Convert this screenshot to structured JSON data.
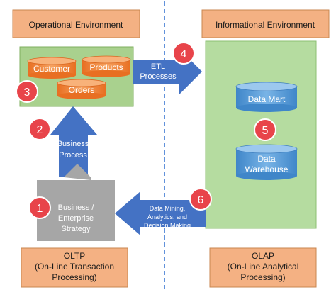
{
  "headers": {
    "operational": "Operational Environment",
    "informational": "Informational Environment"
  },
  "databases": {
    "customer": "Customer",
    "products": "Products",
    "orders": "Orders",
    "data_mart": "Data Mart",
    "data_warehouse_line1": "Data",
    "data_warehouse_line2": "Warehouse"
  },
  "arrows": {
    "etl_line1": "ETL",
    "etl_line2": "Processes",
    "business_process_line1": "Business",
    "business_process_line2": "Process",
    "strategy_line1": "Business /",
    "strategy_line2": "Enterprise",
    "strategy_line3": "Strategy",
    "mining_line1": "Data Mining,",
    "mining_line2": "Analytics, and",
    "mining_line3": "Decision Making"
  },
  "badges": [
    "1",
    "2",
    "3",
    "4",
    "5",
    "6"
  ],
  "footers": {
    "oltp_line1": "OLTP",
    "oltp_line2": "(On-Line Transaction",
    "oltp_line3": "Processing)",
    "olap_line1": "OLAP",
    "olap_line2": "(On-Line Analytical",
    "olap_line3": "Processing)"
  },
  "colors": {
    "orange_box": "#F4B183",
    "green_box": "#A9D18E",
    "green_light": "#B5DCA0",
    "blue_arrow": "#4472C4",
    "gray_arrow": "#A6A6A6",
    "badge_red": "#E8444A",
    "db_orange": "#ED7D31",
    "db_blue": "#5B9BD5"
  }
}
